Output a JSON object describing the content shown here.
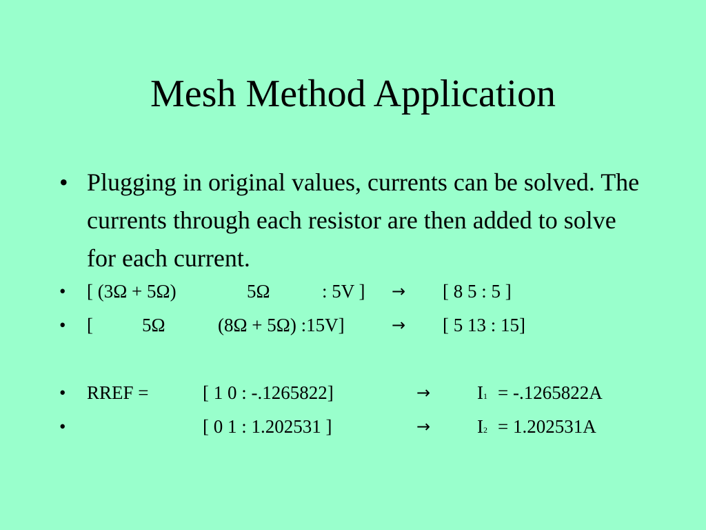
{
  "slide": {
    "title": "Mesh Method Application",
    "bullet_char": "•",
    "paragraph": "Plugging in original values, currents can be solved. The currents through each resistor are then added to solve for each current.",
    "arrow": "→",
    "rows": [
      {
        "col_a": "[  (3Ω + 5Ω)",
        "col_b": "5Ω",
        "col_c": ": 5V ]",
        "result": "[ 8    5  :  5 ]"
      },
      {
        "col_a": "[",
        "col_b": "5Ω",
        "col_c": "(8Ω + 5Ω) :15V]",
        "result": "[ 5   13 : 15]"
      }
    ],
    "rref": {
      "label": "RREF =",
      "row1_matrix": "[ 1  0  : -.1265822]",
      "row1_var": "I",
      "row1_sub": "1",
      "row1_value": "= -.1265822A",
      "row2_matrix": "[ 0  1  : 1.202531  ]",
      "row2_var": "I",
      "row2_sub": "2",
      "row2_value": "=  1.202531A"
    }
  }
}
